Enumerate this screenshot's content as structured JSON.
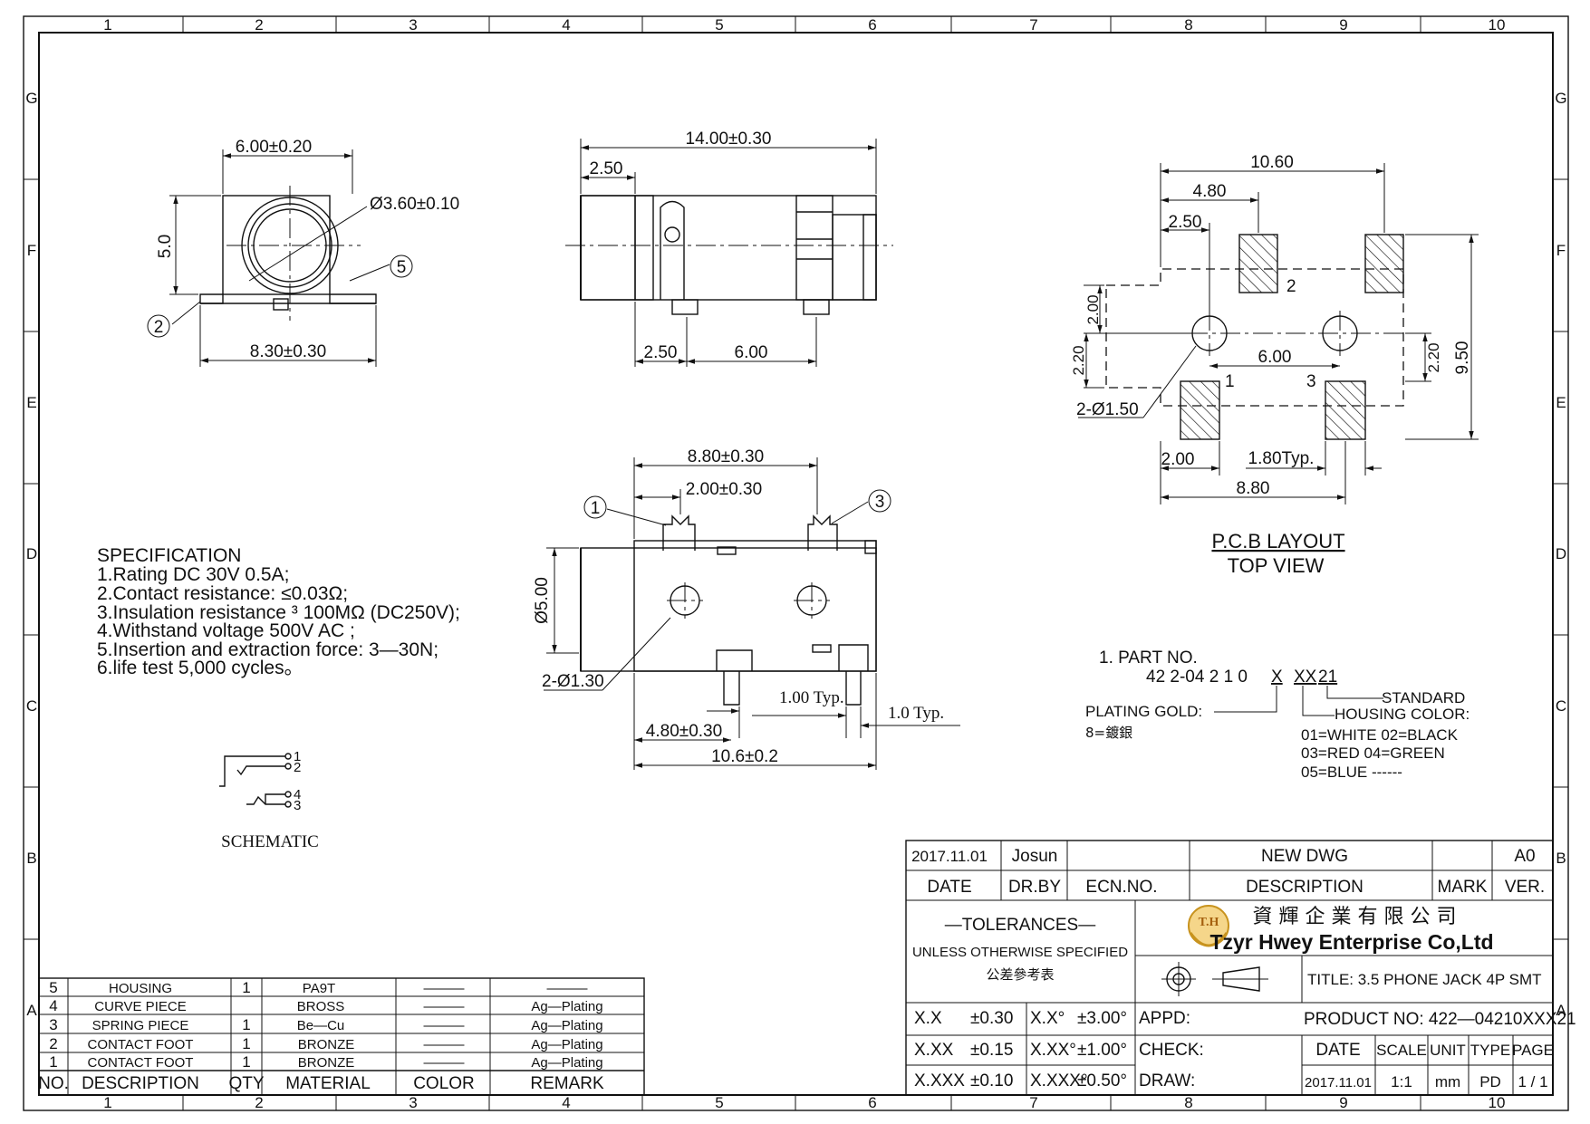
{
  "frame": {
    "columns": [
      "1",
      "2",
      "3",
      "4",
      "5",
      "6",
      "7",
      "8",
      "9",
      "10"
    ],
    "rows": [
      "G",
      "F",
      "E",
      "D",
      "C",
      "B",
      "A"
    ]
  },
  "front_view": {
    "dims": {
      "width_top": "6.00±0.20",
      "height": "5.0",
      "hole": "Ø3.60±0.10",
      "width_bottom": "8.30±0.30"
    },
    "balloons": [
      "2",
      "5"
    ]
  },
  "side_view": {
    "dims": {
      "length": "14.00±0.30",
      "offset_top": "2.50",
      "offset_bottom": "2.50",
      "pitch": "6.00"
    }
  },
  "bottom_view": {
    "dims": {
      "span": "8.80±0.30",
      "pin_gap": "2.00±0.30",
      "diameter": "Ø5.00",
      "holes": "2-Ø1.30",
      "typ1": "1.00  Typ.",
      "typ2": "1.0  Typ.",
      "dim_a": "4.80±0.30",
      "dim_b": "10.6±0.2"
    },
    "balloons": [
      "1",
      "3"
    ]
  },
  "pcb_layout": {
    "dims": {
      "w_total": "10.60",
      "w_mid": "4.80",
      "w_small": "2.50",
      "h_a": "2.00",
      "h_b": "2.20",
      "h_right": "2.20",
      "h_total": "9.50",
      "pitch": "6.00",
      "holes": "2-Ø1.50",
      "pad": "2.00",
      "typ": "1.80Typ.",
      "bottom": "8.80"
    },
    "pad_labels": [
      "2",
      "1",
      "3"
    ],
    "title": "P.C.B  LAYOUT",
    "subtitle": "TOP  VIEW"
  },
  "specification": {
    "title": "SPECIFICATION",
    "lines": [
      "1.Rating    DC  30V  0.5A;",
      "2.Contact  resistance: ≤0.03Ω;",
      "3.Insulation  resistance  ³  100MΩ  (DC250V);",
      "4.Withstand  voltage   500V  AC  ;",
      "5.Insertion  and  extraction  force: 3—30N;",
      "6.life  test   5,000  cycles。"
    ]
  },
  "schematic": {
    "label": "SCHEMATIC",
    "pins": [
      "1",
      "2",
      "4",
      "3"
    ]
  },
  "part_no": {
    "heading": "1.  PART  NO.",
    "code_a": "42  2-04  2  1  0",
    "code_x": "X",
    "code_xx": "XX",
    "code_21": "21",
    "standard": "STANDARD",
    "plating_label": "PLATING  GOLD:",
    "plating_value": "8=鍍銀",
    "housing_label": "HOUSING  COLOR:",
    "colors": [
      "01=WHITE   02=BLACK",
      "03=RED      04=GREEN",
      "05=BLUE    ------"
    ]
  },
  "bom": {
    "headers": [
      "NO.",
      "DESCRIPTION",
      "QTY",
      "MATERIAL",
      "COLOR",
      "REMARK"
    ],
    "rows": [
      {
        "no": "5",
        "desc": "HOUSING",
        "qty": "1",
        "mat": "PA9T",
        "color": "———",
        "remark": "———"
      },
      {
        "no": "4",
        "desc": "CURVE  PIECE",
        "qty": "",
        "mat": "BROSS",
        "color": "———",
        "remark": "Ag—Plating"
      },
      {
        "no": "3",
        "desc": "SPRING  PIECE",
        "qty": "1",
        "mat": "Be—Cu",
        "color": "———",
        "remark": "Ag—Plating"
      },
      {
        "no": "2",
        "desc": "CONTACT  FOOT",
        "qty": "1",
        "mat": "BRONZE",
        "color": "———",
        "remark": "Ag—Plating"
      },
      {
        "no": "1",
        "desc": "CONTACT  FOOT",
        "qty": "1",
        "mat": "BRONZE",
        "color": "———",
        "remark": "Ag—Plating"
      }
    ]
  },
  "title_block": {
    "rev_date": "2017.11.01",
    "rev_by": "Josun",
    "rev_desc": "NEW  DWG",
    "rev_ver": "A0",
    "h_date": "DATE",
    "h_drby": "DR.BY",
    "h_ecn": "ECN.NO.",
    "h_desc": "DESCRIPTION",
    "h_mark": "MARK",
    "h_ver": "VER.",
    "tol_title": "—TOLERANCES—",
    "tol_sub": "UNLESS  OTHERWISE  SPECIFIED",
    "tol_cn": "公差參考表",
    "company_cn": "資 輝 企 業 有 限 公 司",
    "company_en": "Tzyr Hwey Enterprise Co,Ltd",
    "logo_text": "T.H",
    "title": "TITLE:   3.5  PHONE  JACK  4P  SMT",
    "product": "PRODUCT  NO: 422—04210XXX21",
    "tol_rows": [
      {
        "a": "X.X",
        "b": "±0.30",
        "c": "X.X°",
        "d": "±3.00°",
        "e": "APPD:"
      },
      {
        "a": "X.XX",
        "b": "±0.15",
        "c": "X.XX°",
        "d": "±1.00°",
        "e": "CHECK:"
      },
      {
        "a": "X.XXX",
        "b": "±0.10",
        "c": "X.XXX°",
        "d": "±0.50°",
        "e": "DRAW:"
      }
    ],
    "f_date": "DATE",
    "f_scale": "SCALE",
    "f_unit": "UNIT",
    "f_type": "TYPE",
    "f_page": "PAGE",
    "v_date": "2017.11.01",
    "v_scale": "1:1",
    "v_unit": "mm",
    "v_type": "PD",
    "v_page": "1  /  1"
  }
}
